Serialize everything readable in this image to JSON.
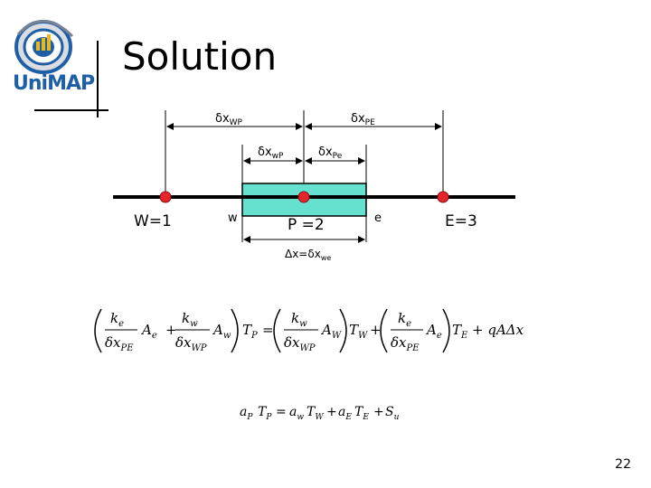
{
  "header": {
    "title": "Solution",
    "logo_text": "UniMAP"
  },
  "diagram": {
    "dx_wp_top": {
      "base": "δx",
      "sub": "WP"
    },
    "dx_pe_top": {
      "base": "δx",
      "sub": "PE"
    },
    "dx_wp_inner": {
      "base": "δx",
      "sub": "wP"
    },
    "dx_pe_inner": {
      "base": "δx",
      "sub": "Pe"
    },
    "node_w": "W=1",
    "node_p": "P =2",
    "node_e": "E=3",
    "face_w": "w",
    "face_e": "e",
    "dx_cell": {
      "base": "Δx=δx",
      "sub": "we"
    }
  },
  "equations": {
    "eq1_lhs_open": "(",
    "eq1_ke": "k",
    "eq1_ke_sub": "e",
    "eq1_dxpe": "δx",
    "eq1_dxpe_sub": "PE",
    "eq1_Ae": "A",
    "eq1_Ae_sub": "e",
    "eq1_plus": "+",
    "eq1_kw": "k",
    "eq1_kw_sub": "w",
    "eq1_dxwp": "δx",
    "eq1_dxwp_sub": "WP",
    "eq1_Aw": "A",
    "eq1_Aw_sub": "w",
    "eq1_TP": "T",
    "eq1_TP_sub": "P",
    "eq1_equals": "=",
    "eq1_AW": "A",
    "eq1_AW_sub": "W",
    "eq1_TW": "T",
    "eq1_TW_sub": "W",
    "eq1_AE": "A",
    "eq1_AE_sub": "e",
    "eq1_TE": "T",
    "eq1_TE_sub": "E",
    "eq1_source": "+ qAΔx",
    "eq2": "a",
    "eq2_P": "P",
    "eq2_TP": "T",
    "eq2_TP_sub": "P",
    "eq2_eq": "=",
    "eq2_aw": "a",
    "eq2_aw_sub": "w",
    "eq2_TW": "T",
    "eq2_TW_sub": "W",
    "eq2_plus1": "+",
    "eq2_aE": "a",
    "eq2_aE_sub": "E",
    "eq2_TE": "T",
    "eq2_TE_sub": "E",
    "eq2_plus2": "+",
    "eq2_Su": "S",
    "eq2_Su_sub": "u"
  },
  "footer": {
    "page_number": "22"
  },
  "colors": {
    "node": "#e8252a",
    "cell_fill": "#66e0cf",
    "logo_blue": "#1f5fa8",
    "logo_gold": "#e8b81c"
  }
}
